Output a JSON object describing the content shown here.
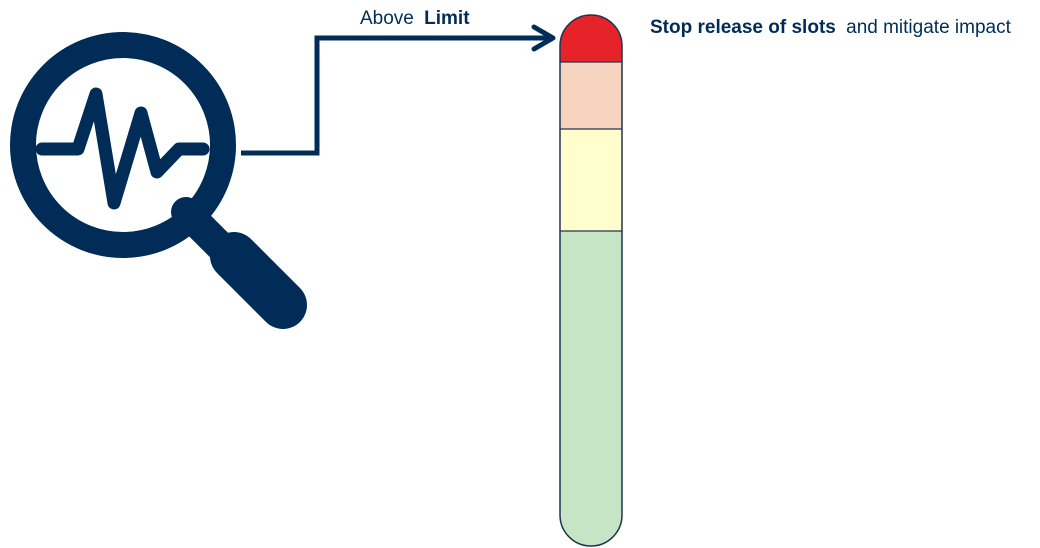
{
  "arrow_label": {
    "prefix": "Above",
    "emphasis": "Limit"
  },
  "action": {
    "emphasis": "Stop release of slots",
    "rest": "and mitigate impact"
  },
  "icons": {
    "monitor": "magnifier-heartbeat-icon"
  },
  "colors": {
    "navy": "#002C57",
    "band_red": "#E52329",
    "band_peach": "#F6D4BF",
    "band_yellow": "#FFFECC",
    "band_green": "#C6E5C5",
    "band_stroke": "#1E3550"
  },
  "gauge_bands": [
    {
      "name": "red",
      "color": "#E52329"
    },
    {
      "name": "peach",
      "color": "#F6D4BF"
    },
    {
      "name": "yellow",
      "color": "#FFFECC"
    },
    {
      "name": "green",
      "color": "#C6E5C5"
    }
  ]
}
